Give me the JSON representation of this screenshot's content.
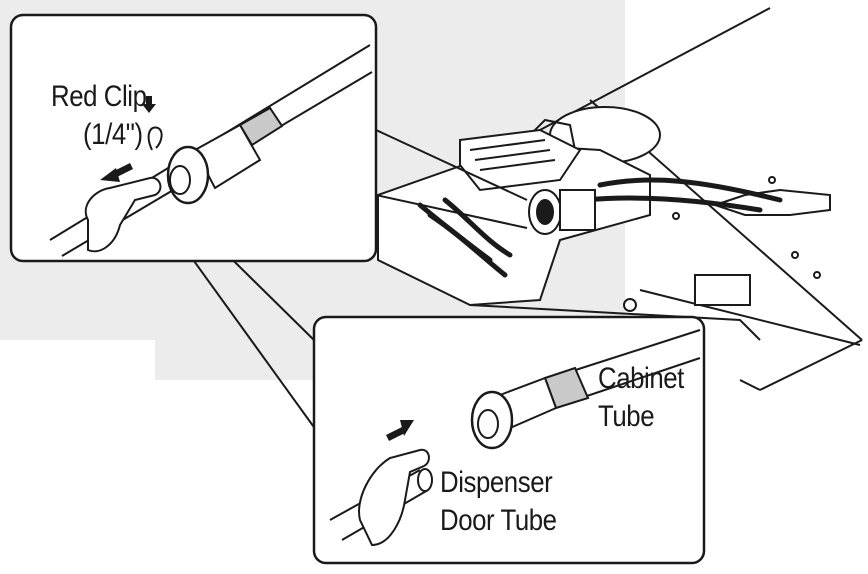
{
  "labels": {
    "red_clip": "Red Clip",
    "clip_size": "(1/4\")",
    "cabinet_tube_line1": "Cabinet",
    "cabinet_tube_line2": "Tube",
    "dispenser_tube_line1": "Dispenser",
    "dispenser_tube_line2": "Door Tube"
  },
  "colors": {
    "background_panel": "#ececec",
    "line": "#1a1a1a",
    "tube_band": "#c9c9c9",
    "inset_fill": "#ffffff"
  },
  "icons": {
    "clip_down_arrow": "arrow-down-icon",
    "pull_arrow": "arrow-left-icon",
    "push_arrow": "arrow-right-icon",
    "red_clip": "clip-icon"
  }
}
